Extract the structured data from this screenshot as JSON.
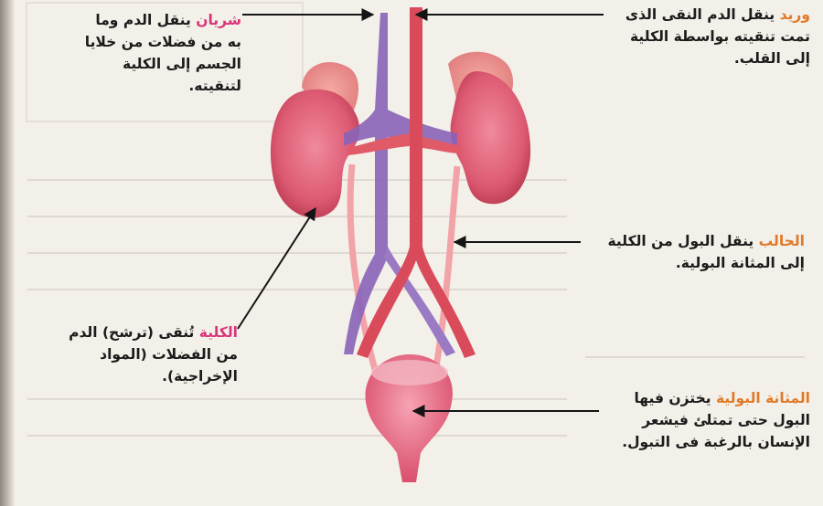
{
  "labels": {
    "artery": {
      "term": "شريان",
      "text": "ينقل الدم وما به من فضلات من خلايا الجسم إلى الكلية لتنقيته."
    },
    "vein": {
      "term": "وريد",
      "text": "ينقل الدم النقى الذى تمت تنقيته بواسطة الكلية إلى القلب."
    },
    "ureter": {
      "term": "الحالب",
      "text": "ينقل البول من الكلية إلى المثانة البولية."
    },
    "kidney": {
      "term": "الكلية",
      "text": "تُنقى (ترشح) الدم من الفضلات (المواد الإخراجية)."
    },
    "bladder": {
      "term": "المثانة البولية",
      "text": "يختزن فيها البول حتى تمتلئ فيشعر الإنسان بالرغبة فى التبول."
    }
  },
  "colors": {
    "term_pink": "#d9347a",
    "term_orange": "#e07a28",
    "kidney": "#dd5a73",
    "artery": "#d94a5a",
    "vein": "#8a63b8",
    "bladder": "#e0607a"
  }
}
